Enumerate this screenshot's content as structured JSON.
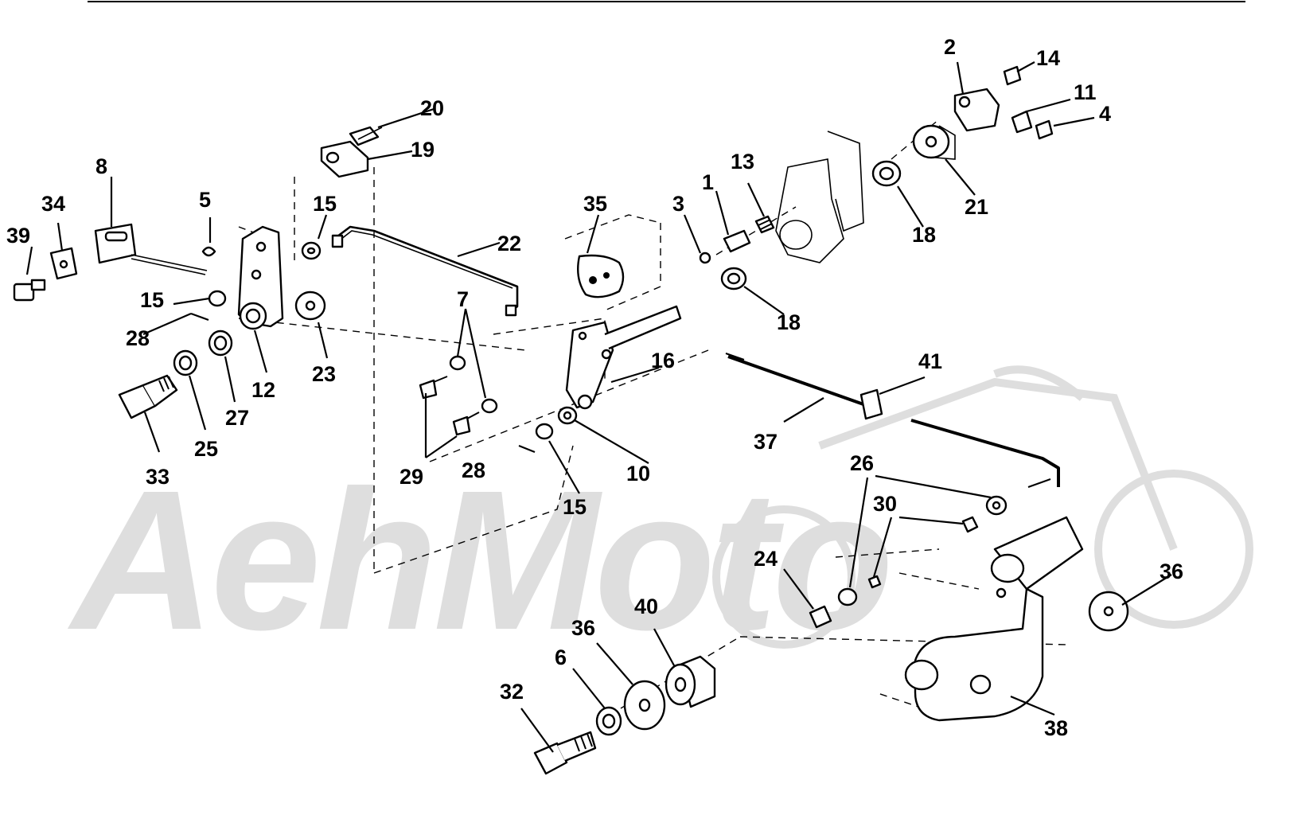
{
  "watermark": {
    "text": "AehMoto",
    "color": "#dedede"
  },
  "callouts": {
    "c1": "1",
    "c2": "2",
    "c3": "3",
    "c4": "4",
    "c5": "5",
    "c6": "6",
    "c7": "7",
    "c8": "8",
    "c10": "10",
    "c11": "11",
    "c12": "12",
    "c13": "13",
    "c14": "14",
    "c15a": "15",
    "c15b": "15",
    "c15c": "15",
    "c16": "16",
    "c18a": "18",
    "c18b": "18",
    "c19": "19",
    "c20": "20",
    "c21": "21",
    "c22": "22",
    "c23": "23",
    "c24": "24",
    "c25": "25",
    "c26": "26",
    "c27": "27",
    "c28a": "28",
    "c28b": "28",
    "c29": "29",
    "c30": "30",
    "c32": "32",
    "c33": "33",
    "c34": "34",
    "c35": "35",
    "c36a": "36",
    "c36b": "36",
    "c37": "37",
    "c38": "38",
    "c39": "39",
    "c40": "40",
    "c41": "41"
  }
}
